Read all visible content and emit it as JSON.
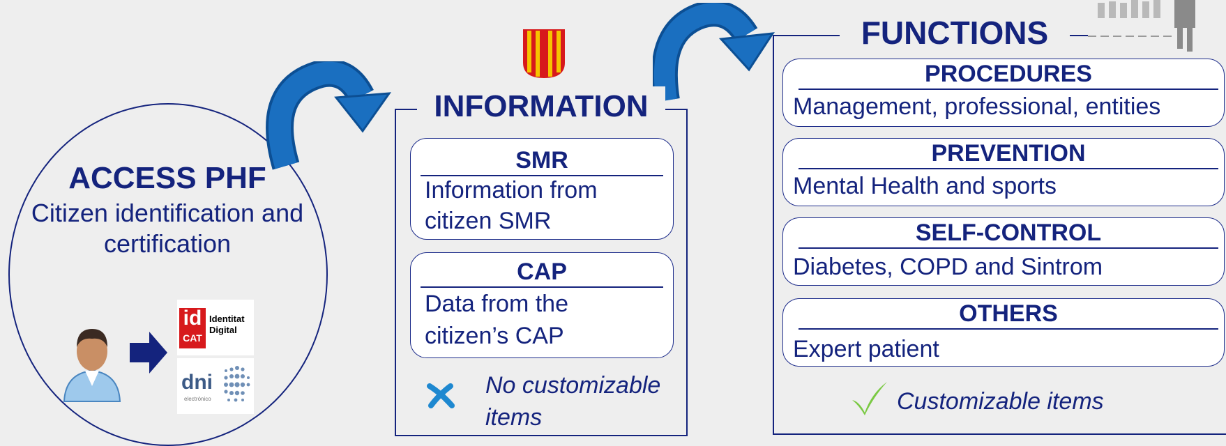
{
  "access": {
    "title": "ACCESS PHF",
    "description": "Citizen identification and certification",
    "idcat_line1": "Identitat",
    "idcat_line2": "Digital",
    "idcat_logo": "id CAT",
    "dni_logo": "dni",
    "dni_sub": "electrónico"
  },
  "information": {
    "title": "INFORMATION",
    "boxes": [
      {
        "title": "SMR",
        "text": "Information from citizen SMR"
      },
      {
        "title": "CAP",
        "text": "Data from the citizen’s CAP"
      }
    ],
    "note": "No customizable items"
  },
  "functions": {
    "title": "FUNCTIONS",
    "boxes": [
      {
        "title": "PROCEDURES",
        "text": "Management, professional, entities"
      },
      {
        "title": "PREVENTION",
        "text": "Mental Health and sports"
      },
      {
        "title": "SELF-CONTROL",
        "text": "Diabetes, COPD and Sintrom"
      },
      {
        "title": "OTHERS",
        "text": "Expert patient"
      }
    ],
    "note": "Customizable items"
  },
  "colors": {
    "navy": "#14237d",
    "arrow_blue": "#1565b4",
    "check_green": "#7ac943",
    "cross_blue": "#1e88d0",
    "idcat_red": "#d7191c"
  },
  "icons": [
    "user-icon",
    "right-arrow-icon",
    "catalonia-emblem-icon",
    "cross-icon",
    "check-icon",
    "curved-arrow-icon",
    "people-silhouettes-icon"
  ]
}
